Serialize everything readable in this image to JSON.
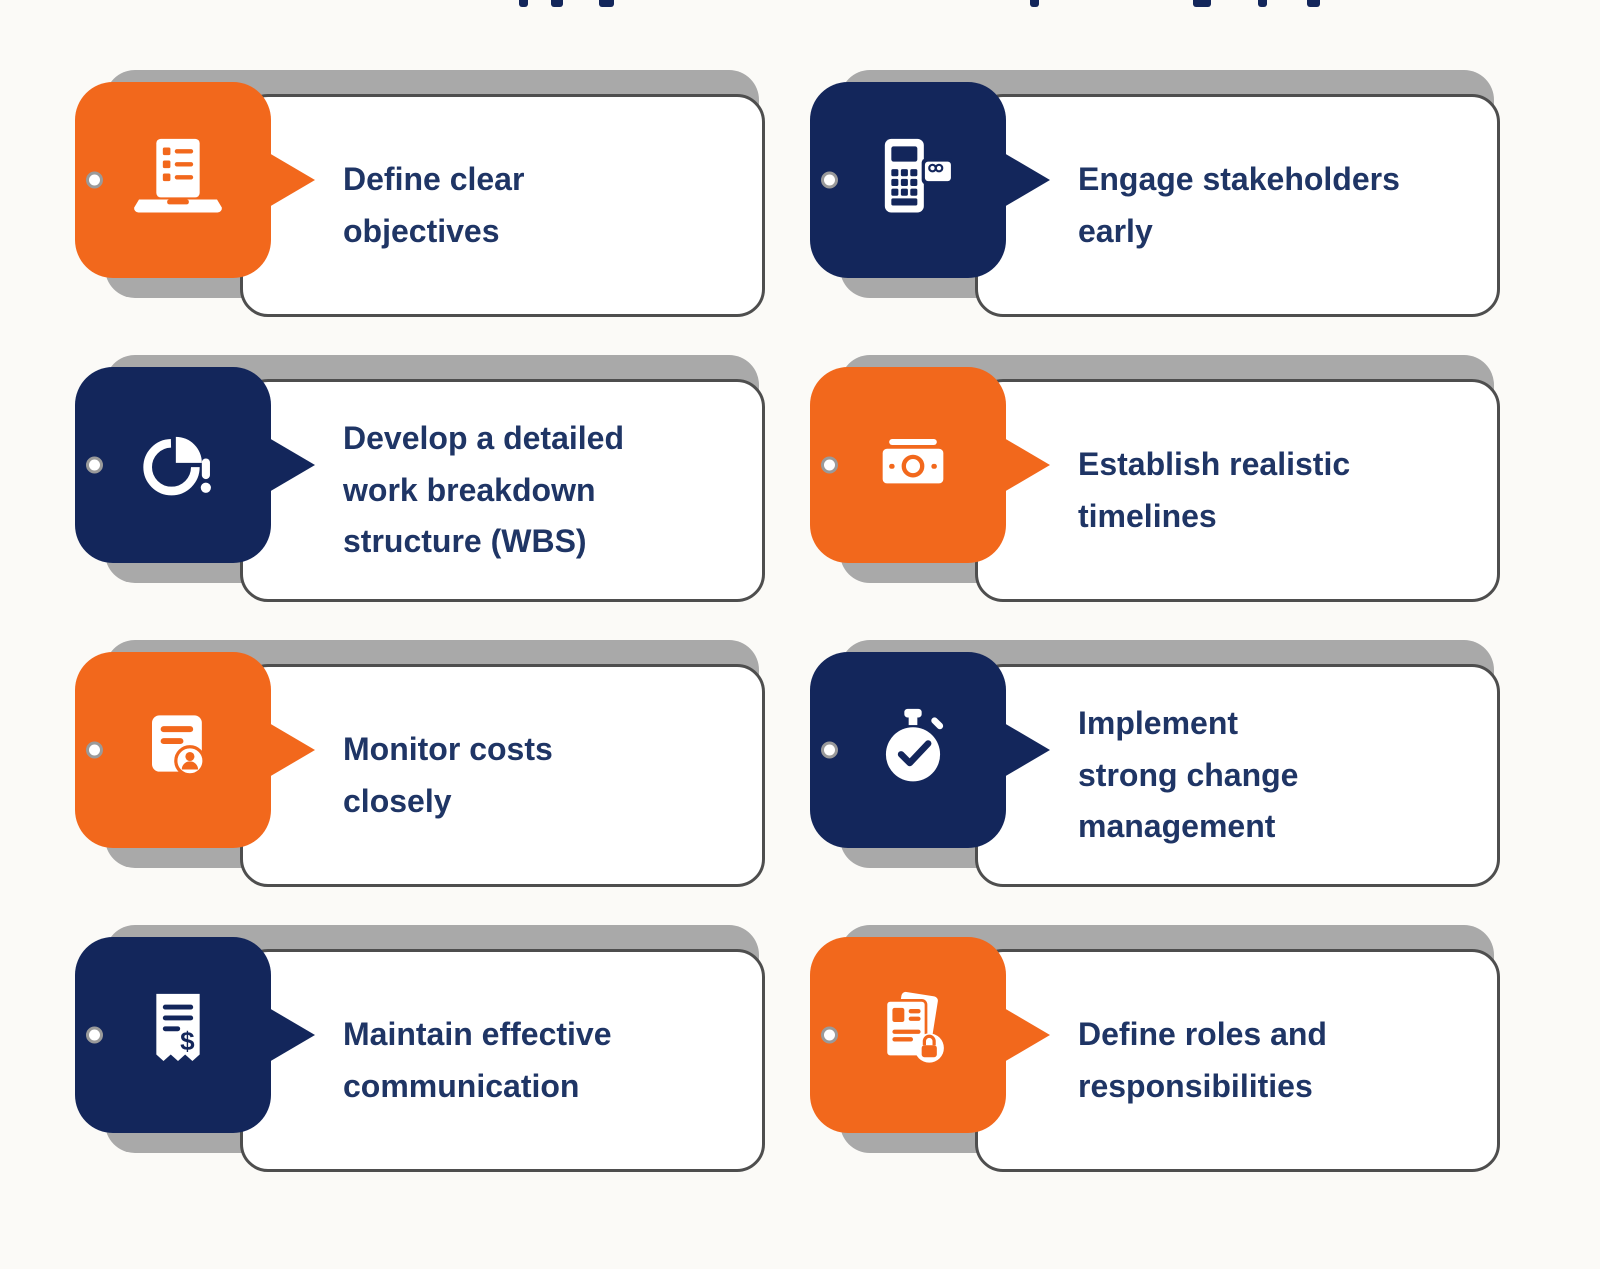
{
  "colors": {
    "background": "#FBFAF7",
    "orange": "#F2681C",
    "navy": "#13265B",
    "text": "#1F3565",
    "bubble_border": "#4E4E4E",
    "shadow": "#A9A9A9"
  },
  "cards": [
    {
      "label": "Define clear\nobjectives",
      "badge_color": "orange",
      "icon": "laptop-checklist-icon"
    },
    {
      "label": "Engage stakeholders\nearly",
      "badge_color": "navy",
      "icon": "payment-terminal-icon"
    },
    {
      "label": "Develop a detailed\nwork breakdown\nstructure (WBS)",
      "badge_color": "navy",
      "icon": "pie-chart-alert-icon"
    },
    {
      "label": "Establish realistic\ntimelines",
      "badge_color": "orange",
      "icon": "banknote-icon"
    },
    {
      "label": "Monitor costs\nclosely",
      "badge_color": "orange",
      "icon": "document-user-icon"
    },
    {
      "label": "Implement\nstrong change\nmanagement",
      "badge_color": "navy",
      "icon": "stopwatch-check-icon"
    },
    {
      "label": "Maintain effective\ncommunication",
      "badge_color": "navy",
      "icon": "receipt-dollar-icon"
    },
    {
      "label": "Define roles and\nresponsibilities",
      "badge_color": "orange",
      "icon": "document-lock-icon"
    }
  ]
}
